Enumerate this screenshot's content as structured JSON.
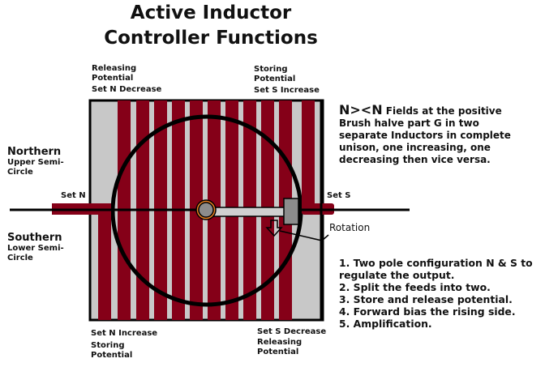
{
  "title": {
    "line1": "Active Inductor",
    "line2": "Controller Functions"
  },
  "top_labels": {
    "left": {
      "line1": "Releasing",
      "line2": "Potential",
      "action": "Set N Decrease"
    },
    "right": {
      "line1": "Storing",
      "line2": "Potential",
      "action": "Set S Increase"
    }
  },
  "bottom_labels": {
    "left": {
      "action": "Set N Increase",
      "line1": "Storing",
      "line2": "Potential"
    },
    "right": {
      "action": "Set S Decrease",
      "line1": "Releasing",
      "line2": "Potential"
    }
  },
  "side_labels": {
    "northern": {
      "title": "Northern",
      "line1": "Upper Semi-",
      "line2": "Circle"
    },
    "southern": {
      "title": "Southern",
      "line1": "Lower Semi-",
      "line2": "Circle"
    },
    "set_n": "Set N",
    "set_s": "Set S",
    "rotation": "Rotation"
  },
  "description": {
    "lead": "N><N",
    "text": " Fields at the positive Brush halve part G in two separate Inductors in complete unison, one increasing, one decreasing then vice versa."
  },
  "functions": [
    "1. Two pole configuration N & S to",
    "regulate the output.",
    "2. Split the feeds into two.",
    "3. Store and release potential.",
    "4. Forward bias the rising side.",
    "5. Amplification."
  ],
  "colors": {
    "winding": "#850018",
    "core": "#c8c8c8",
    "outline": "#000000",
    "pivot_ring": "#e87f20",
    "brush": "#8c8c8c"
  }
}
